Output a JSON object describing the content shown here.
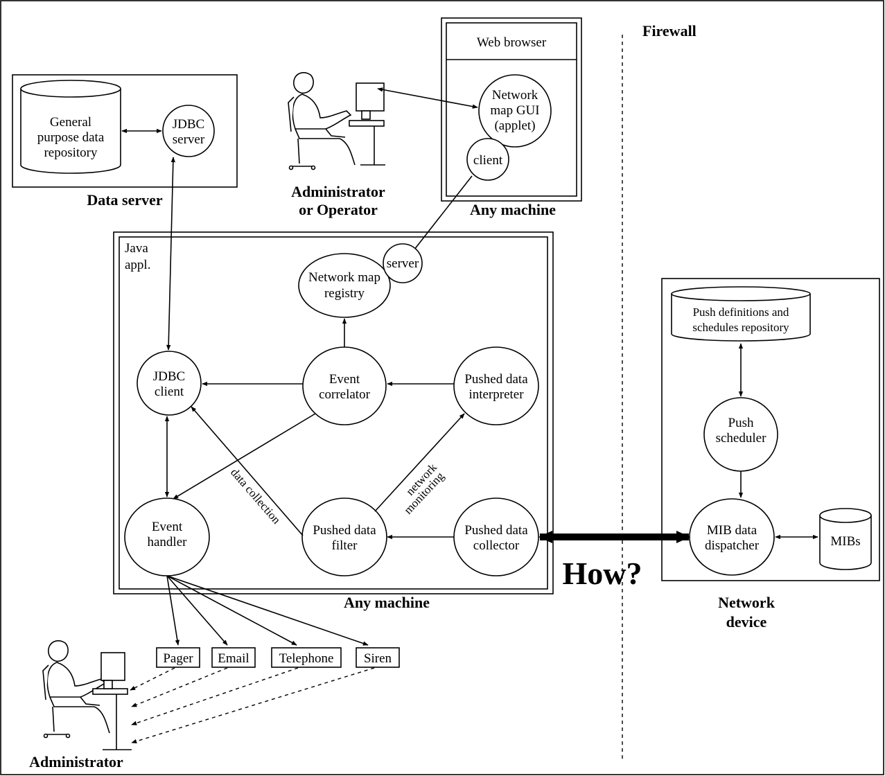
{
  "labels": {
    "firewall": "Firewall",
    "web_browser": "Web browser",
    "network_map_gui": [
      "Network",
      "map GUI",
      "(applet)"
    ],
    "client": "client",
    "any_machine_top": "Any machine",
    "admin_operator": [
      "Administrator",
      "or Operator"
    ],
    "data_server": "Data server",
    "general_repo": [
      "General",
      "purpose data",
      "repository"
    ],
    "jdbc_server": [
      "JDBC",
      "server"
    ],
    "java_appl": [
      "Java",
      "appl."
    ],
    "server": "server",
    "network_map_registry": [
      "Network map",
      "registry"
    ],
    "jdbc_client": [
      "JDBC",
      "client"
    ],
    "event_correlator": [
      "Event",
      "correlator"
    ],
    "pushed_data_interpreter": [
      "Pushed data",
      "interpreter"
    ],
    "event_handler": [
      "Event",
      "handler"
    ],
    "pushed_data_filter": [
      "Pushed data",
      "filter"
    ],
    "pushed_data_collector": [
      "Pushed data",
      "collector"
    ],
    "data_collection": "data collection",
    "network_monitoring": [
      "network",
      "monitoring"
    ],
    "any_machine_bottom": "Any machine",
    "how": "How?",
    "push_repo": [
      "Push definitions and",
      "schedules repository"
    ],
    "push_scheduler": [
      "Push",
      "scheduler"
    ],
    "mib_dispatcher": [
      "MIB data",
      "dispatcher"
    ],
    "mibs": "MIBs",
    "network_device": [
      "Network",
      "device"
    ],
    "pager": "Pager",
    "email": "Email",
    "telephone": "Telephone",
    "siren": "Siren",
    "administrator_bottom": "Administrator"
  }
}
